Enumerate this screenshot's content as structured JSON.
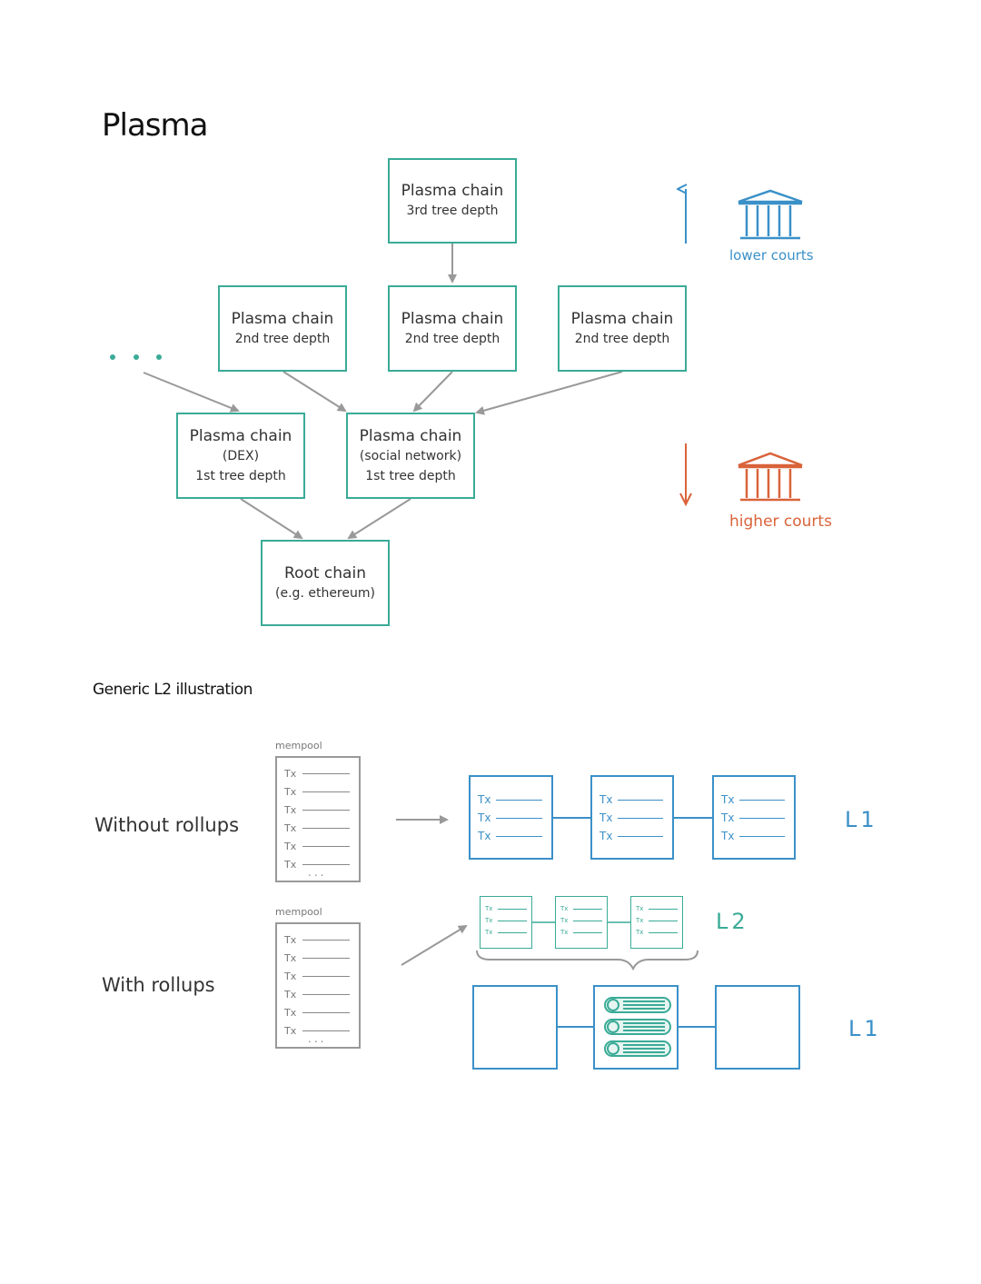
{
  "plasma": {
    "title": "Plasma",
    "depth3": {
      "name": "Plasma chain",
      "depth": "3rd tree depth"
    },
    "depth2": [
      {
        "name": "Plasma chain",
        "depth": "2nd tree depth"
      },
      {
        "name": "Plasma chain",
        "depth": "2nd tree depth"
      },
      {
        "name": "Plasma chain",
        "depth": "2nd tree depth"
      }
    ],
    "depth1": [
      {
        "name": "Plasma chain",
        "sub": "(DEX)",
        "depth": "1st tree depth"
      },
      {
        "name": "Plasma chain",
        "sub": "(social network)",
        "depth": "1st tree depth"
      }
    ],
    "root": {
      "name": "Root chain",
      "sub": "(e.g. ethereum)"
    },
    "ellipsis": "• • •",
    "lower_courts": "lower courts",
    "higher_courts": "higher courts",
    "colors": {
      "teal": "#3aab97",
      "blue": "#3b90c8",
      "orange": "#d9633a",
      "arrow": "#999999"
    }
  },
  "l2": {
    "title": "Generic L2 illustration",
    "without_label": "Without rollups",
    "with_label": "With rollups",
    "mempool_label": "mempool",
    "tx_label": "Tx",
    "mempool_more": "...",
    "l1_tag": "L1",
    "l2_tag": "L2"
  }
}
